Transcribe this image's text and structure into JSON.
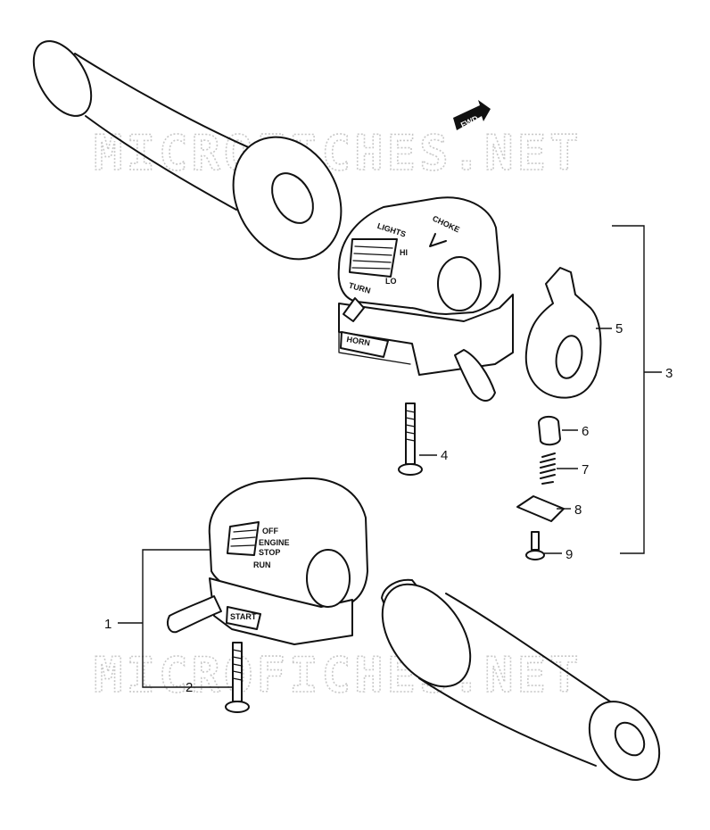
{
  "watermark": {
    "text": "MICROFICHES.NET"
  },
  "direction_marker": {
    "text": "FWD"
  },
  "switch_labels": {
    "lights": "LIGHTS",
    "choke": "CHOKE",
    "hi": "HI",
    "lo": "LO",
    "turn": "TURN",
    "horn": "HORN",
    "off": "OFF",
    "engine": "ENGINE",
    "stop": "STOP",
    "run": "RUN",
    "start": "START"
  },
  "callouts": {
    "p1": "1",
    "p2": "2",
    "p3": "3",
    "p4": "4",
    "p5": "5",
    "p6": "6",
    "p7": "7",
    "p8": "8",
    "p9": "9"
  }
}
